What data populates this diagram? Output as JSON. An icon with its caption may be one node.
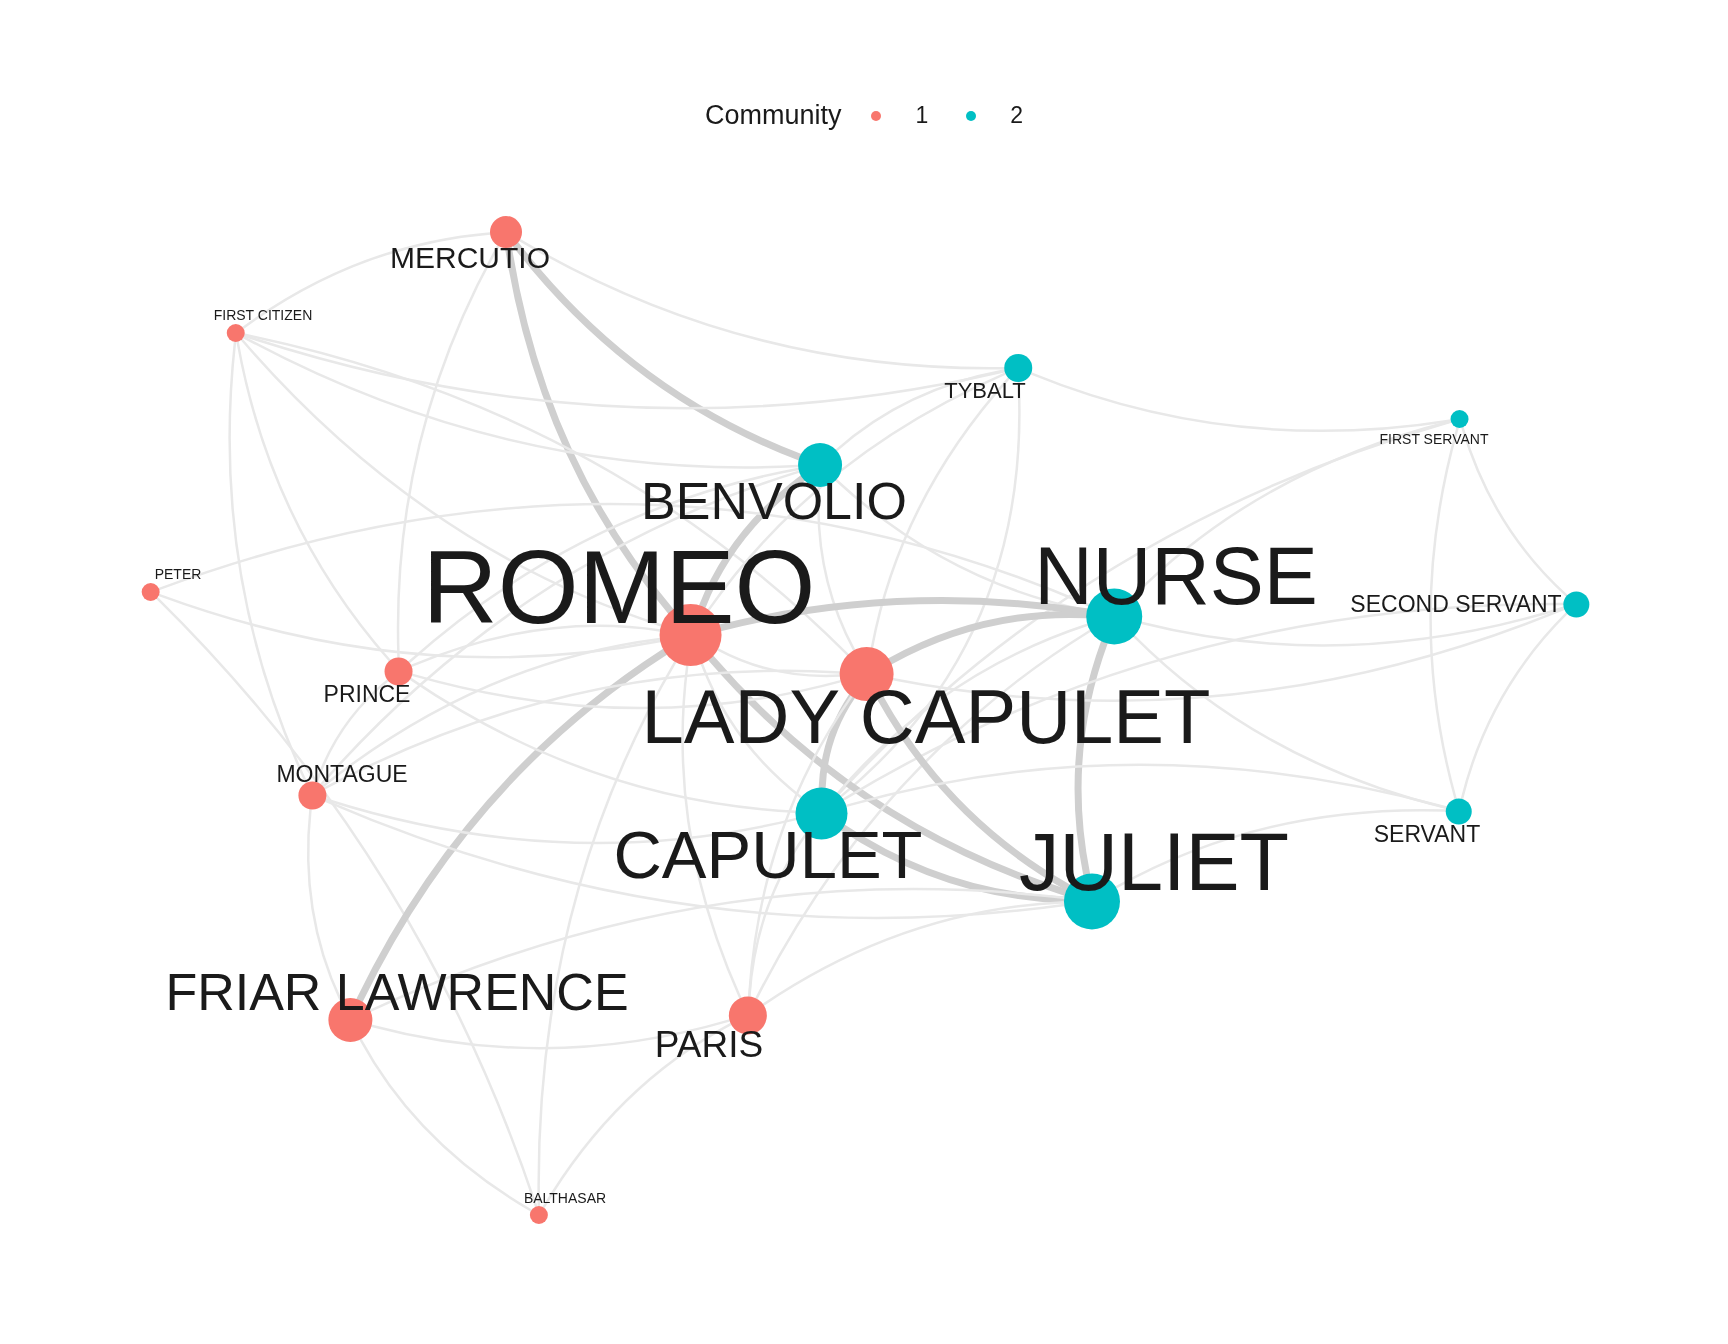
{
  "diagram": {
    "nodes": [
      {
        "text": [
          "MERCUTIO"
        ]
      },
      {
        "text": [
          "FIRST CITIZEN"
        ]
      },
      {
        "text": [
          "TYBALT"
        ]
      },
      {
        "text": [
          "FIRST SERVANT"
        ]
      },
      {
        "text": [
          "BENVOLIO"
        ]
      },
      {
        "text": [
          "PETER"
        ]
      },
      {
        "text": [
          "ROMEO"
        ]
      },
      {
        "text": [
          "NURSE"
        ]
      },
      {
        "text": [
          "SECOND SERVANT"
        ]
      },
      {
        "text": [
          "PRINCE"
        ]
      },
      {
        "text": [
          "LADY CAPULET"
        ]
      },
      {
        "text": [
          "MONTAGUE"
        ]
      },
      {
        "text": [
          "SERVANT"
        ]
      },
      {
        "text": [
          "CAPULET"
        ]
      },
      {
        "text": [
          "JULIET"
        ]
      },
      {
        "text": [
          "FRIAR LAWRENCE"
        ]
      },
      {
        "text": [
          "PARIS"
        ]
      },
      {
        "text": [
          "BALTHASAR"
        ]
      }
    ],
    "edges": [
      {
        "from": 0,
        "to": 6,
        "arrow": "none",
        "style": "thick"
      },
      {
        "from": 0,
        "to": 4,
        "arrow": "none",
        "style": "thick"
      },
      {
        "from": 0,
        "to": 1,
        "arrow": "none"
      },
      {
        "from": 0,
        "to": 2,
        "arrow": "none"
      },
      {
        "from": 0,
        "to": 9,
        "arrow": "none"
      },
      {
        "from": 1,
        "to": 6,
        "arrow": "none"
      },
      {
        "from": 1,
        "to": 4,
        "arrow": "none"
      },
      {
        "from": 1,
        "to": 9,
        "arrow": "none"
      },
      {
        "from": 1,
        "to": 11,
        "arrow": "none"
      },
      {
        "from": 1,
        "to": 2,
        "arrow": "none"
      },
      {
        "from": 1,
        "to": 10,
        "arrow": "none"
      },
      {
        "from": 2,
        "to": 4,
        "arrow": "none"
      },
      {
        "from": 2,
        "to": 6,
        "arrow": "none"
      },
      {
        "from": 2,
        "to": 13,
        "arrow": "none"
      },
      {
        "from": 2,
        "to": 3,
        "arrow": "none"
      },
      {
        "from": 2,
        "to": 10,
        "arrow": "none"
      },
      {
        "from": 3,
        "to": 7,
        "arrow": "none"
      },
      {
        "from": 3,
        "to": 8,
        "arrow": "none"
      },
      {
        "from": 3,
        "to": 12,
        "arrow": "none"
      },
      {
        "from": 3,
        "to": 13,
        "arrow": "none"
      },
      {
        "from": 4,
        "to": 6,
        "arrow": "none",
        "style": "thick"
      },
      {
        "from": 4,
        "to": 10,
        "arrow": "none"
      },
      {
        "from": 4,
        "to": 11,
        "arrow": "none"
      },
      {
        "from": 4,
        "to": 9,
        "arrow": "none"
      },
      {
        "from": 4,
        "to": 7,
        "arrow": "none"
      },
      {
        "from": 5,
        "to": 6,
        "arrow": "none"
      },
      {
        "from": 5,
        "to": 7,
        "arrow": "none"
      },
      {
        "from": 5,
        "to": 17,
        "arrow": "none"
      },
      {
        "from": 6,
        "to": 7,
        "arrow": "none",
        "style": "thick"
      },
      {
        "from": 6,
        "to": 10,
        "arrow": "none"
      },
      {
        "from": 6,
        "to": 13,
        "arrow": "none"
      },
      {
        "from": 6,
        "to": 14,
        "arrow": "none",
        "style": "thick"
      },
      {
        "from": 6,
        "to": 15,
        "arrow": "none",
        "style": "thick"
      },
      {
        "from": 6,
        "to": 9,
        "arrow": "none"
      },
      {
        "from": 6,
        "to": 11,
        "arrow": "none"
      },
      {
        "from": 6,
        "to": 16,
        "arrow": "none"
      },
      {
        "from": 6,
        "to": 17,
        "arrow": "none"
      },
      {
        "from": 7,
        "to": 10,
        "arrow": "none",
        "style": "thick"
      },
      {
        "from": 7,
        "to": 14,
        "arrow": "none",
        "style": "thick"
      },
      {
        "from": 7,
        "to": 13,
        "arrow": "none"
      },
      {
        "from": 7,
        "to": 8,
        "arrow": "none"
      },
      {
        "from": 7,
        "to": 12,
        "arrow": "none"
      },
      {
        "from": 7,
        "to": 16,
        "arrow": "none"
      },
      {
        "from": 8,
        "to": 13,
        "arrow": "none"
      },
      {
        "from": 8,
        "to": 12,
        "arrow": "none"
      },
      {
        "from": 8,
        "to": 10,
        "arrow": "none"
      },
      {
        "from": 9,
        "to": 10,
        "arrow": "none"
      },
      {
        "from": 9,
        "to": 11,
        "arrow": "none"
      },
      {
        "from": 9,
        "to": 13,
        "arrow": "none"
      },
      {
        "from": 10,
        "to": 13,
        "arrow": "none",
        "style": "thick"
      },
      {
        "from": 10,
        "to": 14,
        "arrow": "none",
        "style": "thick"
      },
      {
        "from": 10,
        "to": 16,
        "arrow": "none"
      },
      {
        "from": 10,
        "to": 11,
        "arrow": "none"
      },
      {
        "from": 11,
        "to": 13,
        "arrow": "none"
      },
      {
        "from": 11,
        "to": 14,
        "arrow": "none"
      },
      {
        "from": 11,
        "to": 15,
        "arrow": "none"
      },
      {
        "from": 12,
        "to": 14,
        "arrow": "none"
      },
      {
        "from": 12,
        "to": 13,
        "arrow": "none"
      },
      {
        "from": 13,
        "to": 14,
        "arrow": "none",
        "style": "thick"
      },
      {
        "from": 13,
        "to": 16,
        "arrow": "none"
      },
      {
        "from": 14,
        "to": 15,
        "arrow": "none"
      },
      {
        "from": 14,
        "to": 16,
        "arrow": "none"
      },
      {
        "from": 15,
        "to": 16,
        "arrow": "none"
      },
      {
        "from": 15,
        "to": 17,
        "arrow": "none"
      },
      {
        "from": 16,
        "to": 17,
        "arrow": "none"
      }
    ],
    "labels": [
      "Community"
    ],
    "legend": [
      {
        "text": "1",
        "color": "#f8766d"
      },
      {
        "text": "2",
        "color": "#00bfc4"
      }
    ]
  }
}
